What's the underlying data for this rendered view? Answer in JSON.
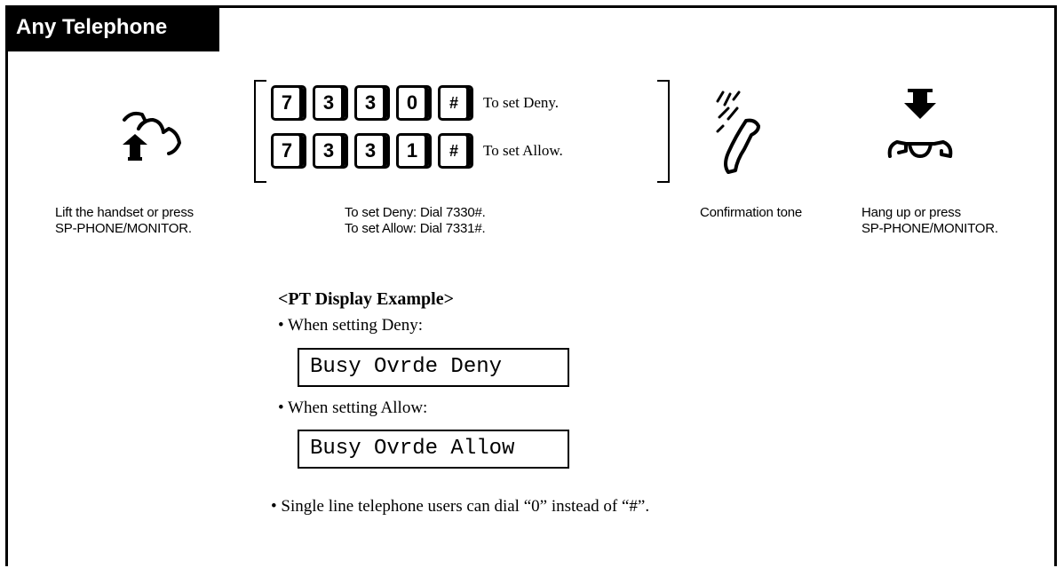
{
  "section_title": "Any Telephone",
  "steps": {
    "lift": {
      "icon": "handset-lift-icon",
      "caption_1": "Lift the handset or press",
      "caption_2": "SP-PHONE/MONITOR."
    },
    "dial": {
      "deny_keys": [
        "7",
        "3",
        "3",
        "0",
        "#"
      ],
      "deny_label": "To set Deny.",
      "allow_keys": [
        "7",
        "3",
        "3",
        "1",
        "#"
      ],
      "allow_label": "To set Allow.",
      "caption_1": "To set Deny: Dial 7330#.",
      "caption_2": "To set Allow: Dial 7331#."
    },
    "confirm": {
      "icon": "ringing-handset-icon",
      "caption": "Confirmation tone"
    },
    "hangup": {
      "icon": "handset-hangup-icon",
      "caption_1": "Hang up or press",
      "caption_2": "SP-PHONE/MONITOR."
    }
  },
  "pt_display": {
    "heading": "<PT Display Example>",
    "deny_intro": "• When setting Deny:",
    "deny_display": "Busy Ovrde Deny",
    "allow_intro": "• When setting Allow:",
    "allow_display": "Busy Ovrde Allow"
  },
  "note": "• Single line telephone users can dial “0” instead of “#”."
}
